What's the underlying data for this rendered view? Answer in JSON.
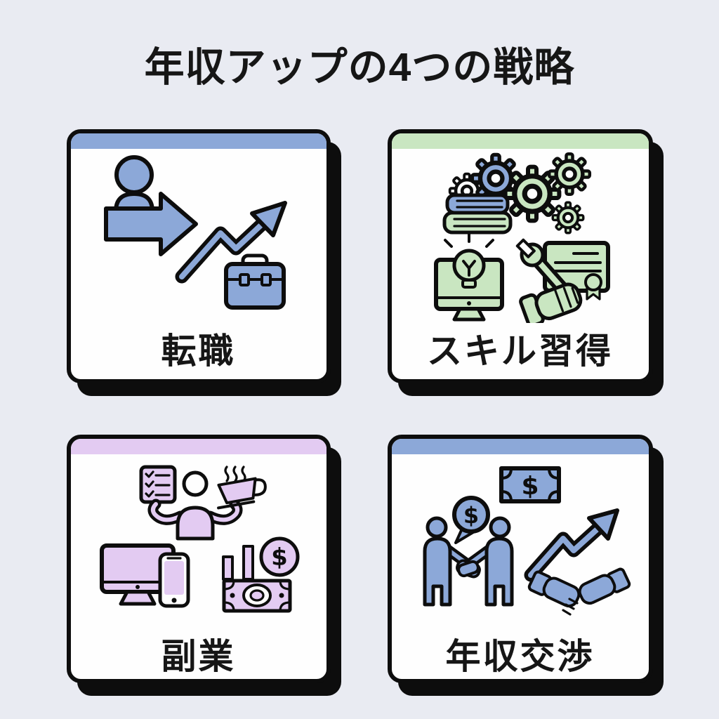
{
  "title": "年収アップの4つの戦略",
  "colors": {
    "page_bg": "#E9EBF2",
    "card_bg": "#FEFEFE",
    "outline": "#0D0D0D",
    "blue": "#8CA8D8",
    "green": "#C9E6C1",
    "purple": "#E3CBF2",
    "title_color": "#161616"
  },
  "cards": [
    {
      "label": "転職",
      "accent": "#8CA8D8",
      "icons": [
        "person-arrow-icon",
        "growth-arrow-icon",
        "briefcase-icon"
      ]
    },
    {
      "label": "スキル習得",
      "accent": "#C9E6C1",
      "icons": [
        "books-and-gears-icon",
        "gears-icon",
        "monitor-lightbulb-icon",
        "wrench-certificate-icon"
      ]
    },
    {
      "label": "副業",
      "accent": "#E3CBF2",
      "icons": [
        "checklist-icon",
        "multitasking-person-icon",
        "coffee-cup-icon",
        "monitor-smartphone-icon",
        "money-bars-coin-icon"
      ]
    },
    {
      "label": "年収交渉",
      "accent": "#8CA8D8",
      "icons": [
        "banknote-icon",
        "negotiation-handshake-people-icon",
        "growth-arrow-handshake-icon"
      ]
    }
  ]
}
